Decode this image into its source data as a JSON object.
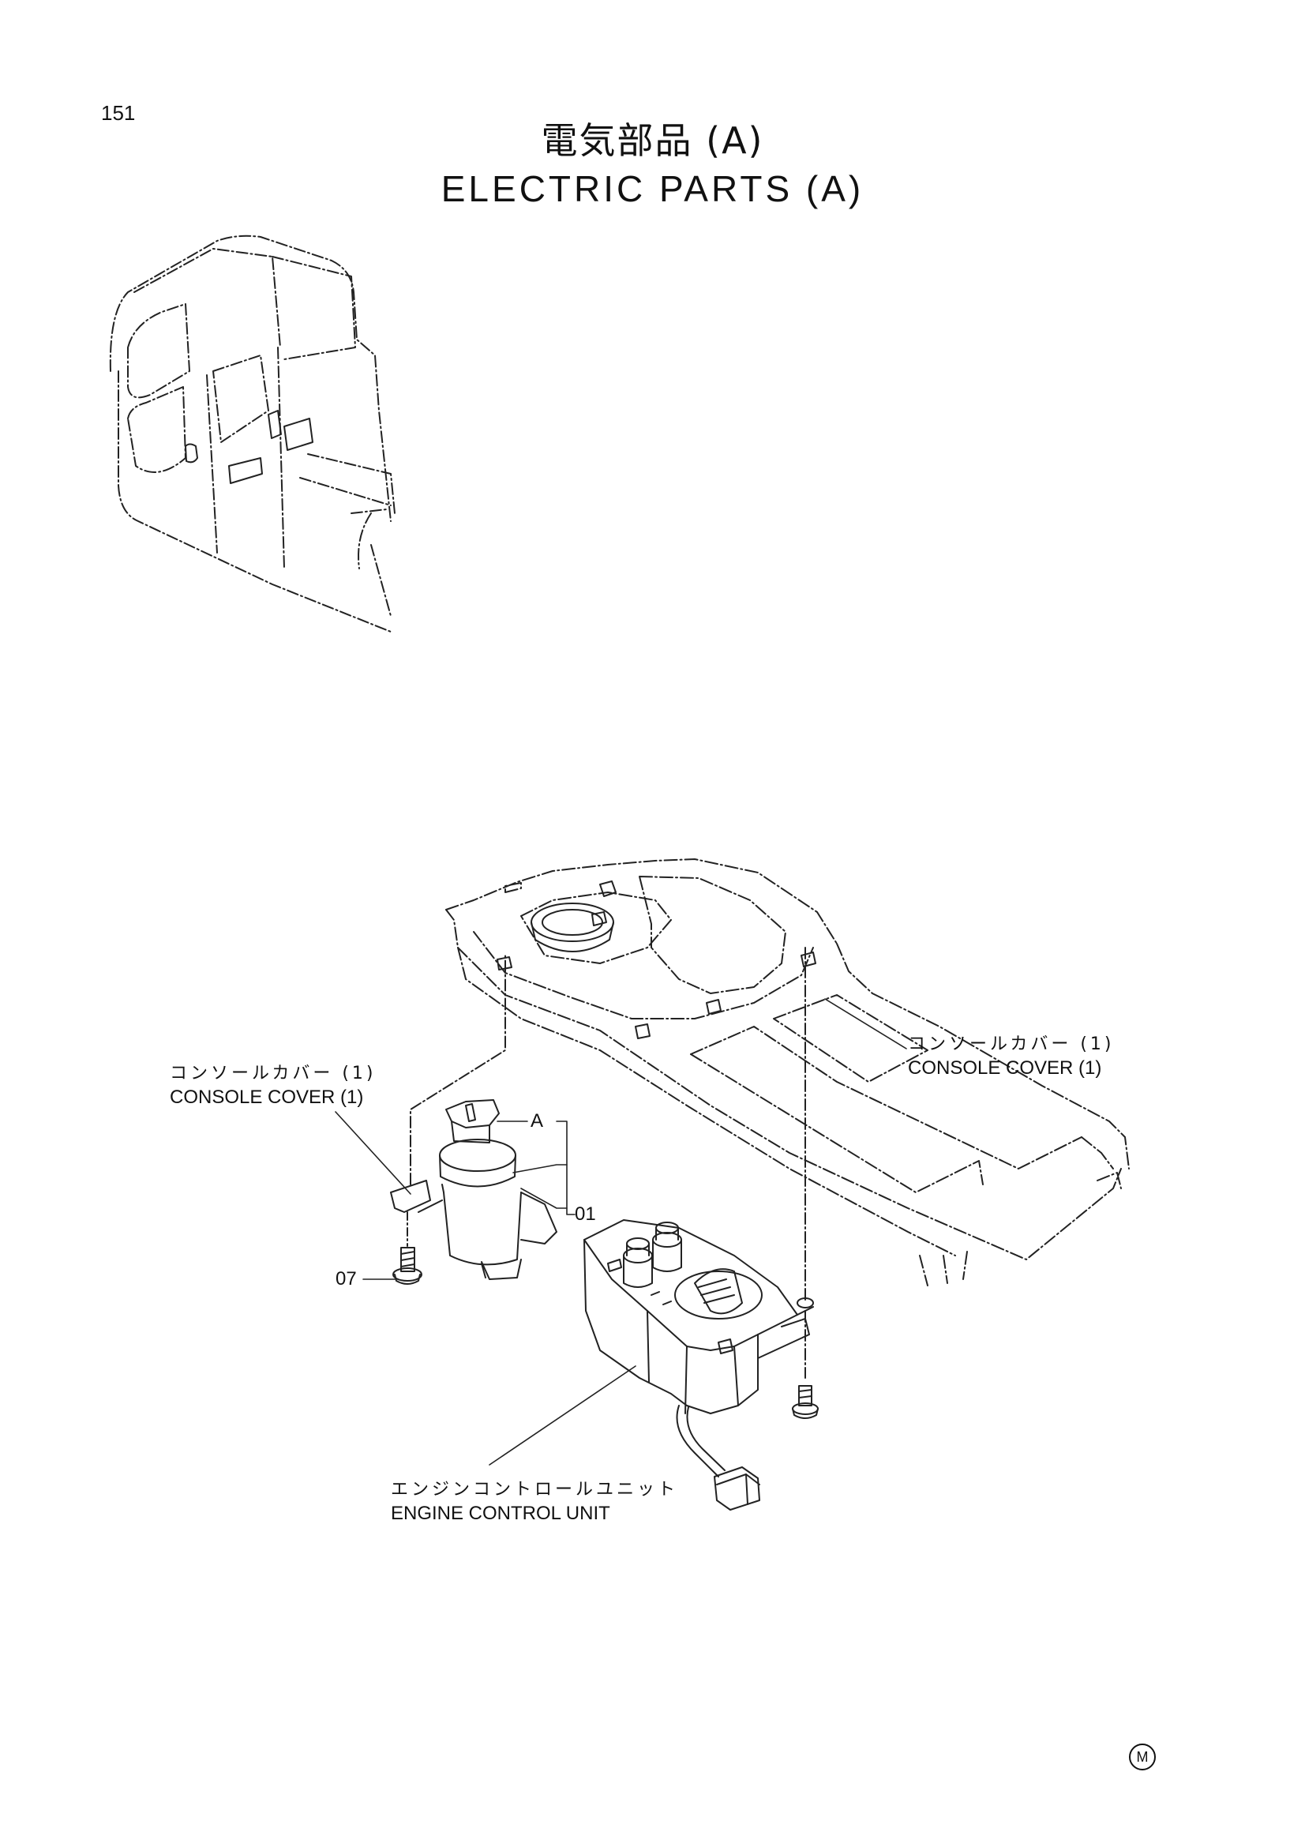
{
  "page": {
    "number": "151",
    "title_jp": "電気部品 (A)",
    "title_en": "ELECTRIC  PARTS  (A)"
  },
  "labels": {
    "console_cover_right": {
      "jp": "コンソールカバー (1)",
      "en": "CONSOLE COVER  (1)"
    },
    "console_cover_left": {
      "jp": "コンソールカバー (1)",
      "en": "CONSOLE COVER  (1)"
    },
    "engine_control_unit": {
      "jp": "エンジンコントロールユニット",
      "en": "ENGINE  CONTROL  UNIT"
    },
    "ref_a": "A",
    "part_01": "01",
    "part_07": "07"
  },
  "footer": {
    "mark": "M"
  }
}
